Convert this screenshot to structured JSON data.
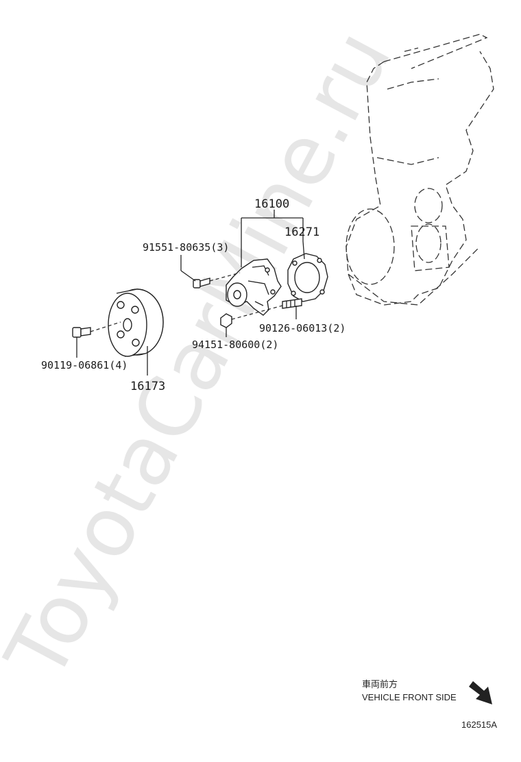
{
  "watermark": "ToyotaCarMine.ru",
  "parts": {
    "assembly": "16100",
    "gasket": "16271",
    "bolt_top": "91551-80635(3)",
    "stud": "90126-06013(2)",
    "nut": "94151-80600(2)",
    "pulley_bolt": "90119-06861(4)",
    "pulley": "16173"
  },
  "direction": {
    "japanese": "車両前方",
    "english": "VEHICLE FRONT SIDE"
  },
  "diagram_code": "162515A"
}
